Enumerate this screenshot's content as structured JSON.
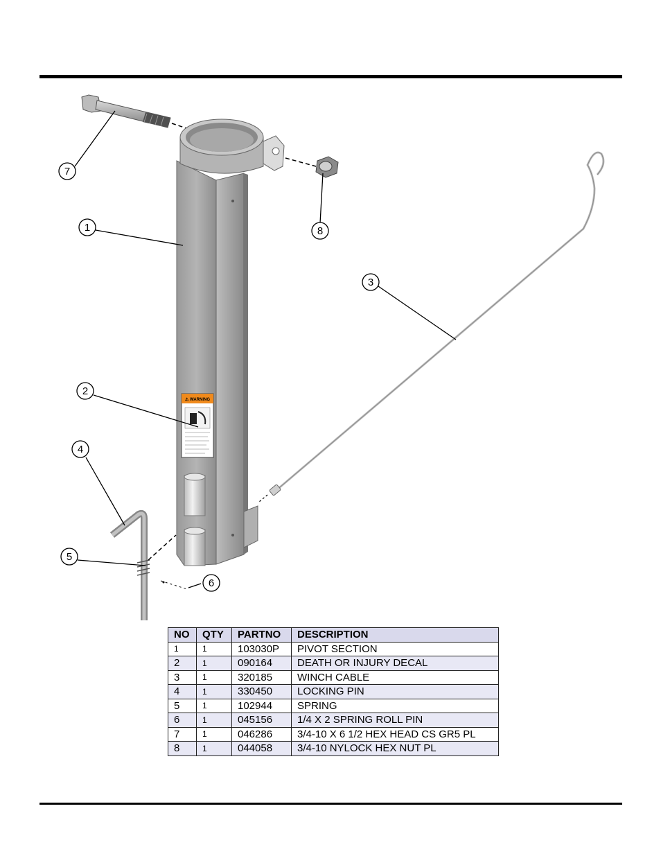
{
  "callouts": [
    "1",
    "2",
    "3",
    "4",
    "5",
    "6",
    "7",
    "8"
  ],
  "decal": {
    "header": "⚠ WARNING"
  },
  "table": {
    "headers": [
      "NO",
      "QTY",
      "PARTNO",
      "DESCRIPTION"
    ],
    "rows": [
      [
        "1",
        "1",
        "103030P",
        "PIVOT SECTION"
      ],
      [
        "2",
        "1",
        "090164",
        "DEATH OR INJURY DECAL"
      ],
      [
        "3",
        "1",
        "320185",
        "WINCH CABLE"
      ],
      [
        "4",
        "1",
        "330450",
        "LOCKING PIN"
      ],
      [
        "5",
        "1",
        "102944",
        "SPRING"
      ],
      [
        "6",
        "1",
        "045156",
        "1/4 X 2 SPRING ROLL PIN"
      ],
      [
        "7",
        "1",
        "046286",
        "3/4-10 X 6 1/2 HEX HEAD CS GR5 PL"
      ],
      [
        "8",
        "1",
        "044058",
        "3/4-10 NYLOCK HEX NUT PL"
      ]
    ]
  },
  "colors": {
    "metal": "#a9a9a9",
    "metal_dark": "#8c8c8c",
    "metal_light": "#cfcfcf",
    "warning": "#f08a1c",
    "header_bg": "#d9d9ec"
  }
}
